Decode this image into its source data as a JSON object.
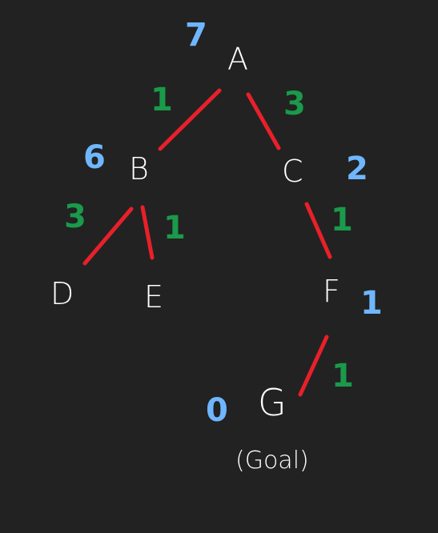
{
  "diagram": {
    "colors": {
      "background": "#222222",
      "edge": "#e8202a",
      "node_text": "#ffffff",
      "edge_cost": "#1a9a4a",
      "heuristic": "#6fb6ff"
    },
    "nodes": [
      {
        "id": "A",
        "label": "A",
        "heuristic": "7"
      },
      {
        "id": "B",
        "label": "B",
        "heuristic": "6"
      },
      {
        "id": "C",
        "label": "C",
        "heuristic": "2"
      },
      {
        "id": "D",
        "label": "D",
        "heuristic": ""
      },
      {
        "id": "E",
        "label": "E",
        "heuristic": ""
      },
      {
        "id": "F",
        "label": "F",
        "heuristic": "1"
      },
      {
        "id": "G",
        "label": "G",
        "heuristic": "0",
        "note": "(Goal)"
      }
    ],
    "edges": [
      {
        "from": "A",
        "to": "B",
        "cost": "1"
      },
      {
        "from": "A",
        "to": "C",
        "cost": "3"
      },
      {
        "from": "B",
        "to": "D",
        "cost": "3"
      },
      {
        "from": "B",
        "to": "E",
        "cost": "1"
      },
      {
        "from": "C",
        "to": "F",
        "cost": "1"
      },
      {
        "from": "F",
        "to": "G",
        "cost": "1"
      }
    ]
  }
}
